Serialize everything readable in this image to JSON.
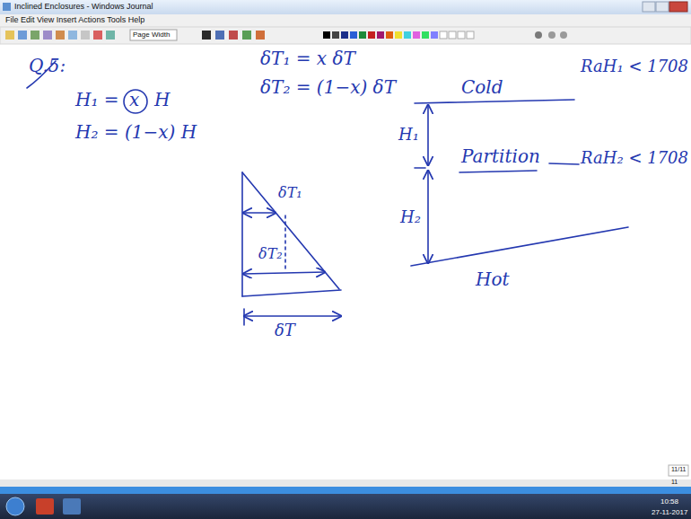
{
  "diagram": {
    "labels": [
      "Inclined Enclosures - Windows Journal",
      "File Edit View Insert Actions Tools Help",
      "Page Width",
      "Q.5:",
      "H₁ =",
      "x",
      "H",
      "H₂ = (1−x) H",
      "δT₁ = x δT",
      "δT₂ = (1−x) δT",
      "δT₁",
      "δT₂",
      "δT",
      "Cold",
      "Partition",
      "Hot",
      "H₁",
      "H₂",
      "RaH₁ < 1708",
      "RaH₂ < 1708",
      "11/11",
      "11",
      "10:58",
      "27-11-2017"
    ]
  }
}
